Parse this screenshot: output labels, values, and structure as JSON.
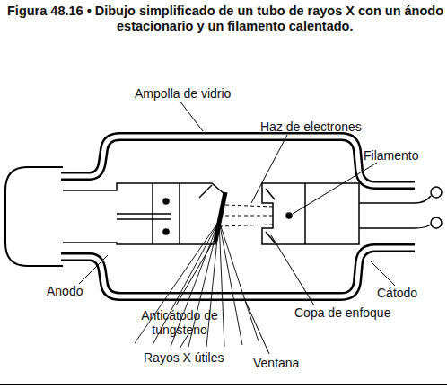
{
  "diagram": {
    "title": "Figura 48.16 • Dibujo simplificado de un tubo de rayos X con un ánodo estacionario y un filamento calentado.",
    "labels": [
      "Ampolla de vidrio",
      "Haz de electrones",
      "Filamento",
      "Anodo",
      "Anticátodo de tungsteno",
      "Rayos X útiles",
      "Ventana",
      "Cátodo",
      "Copa de enfoque"
    ]
  }
}
